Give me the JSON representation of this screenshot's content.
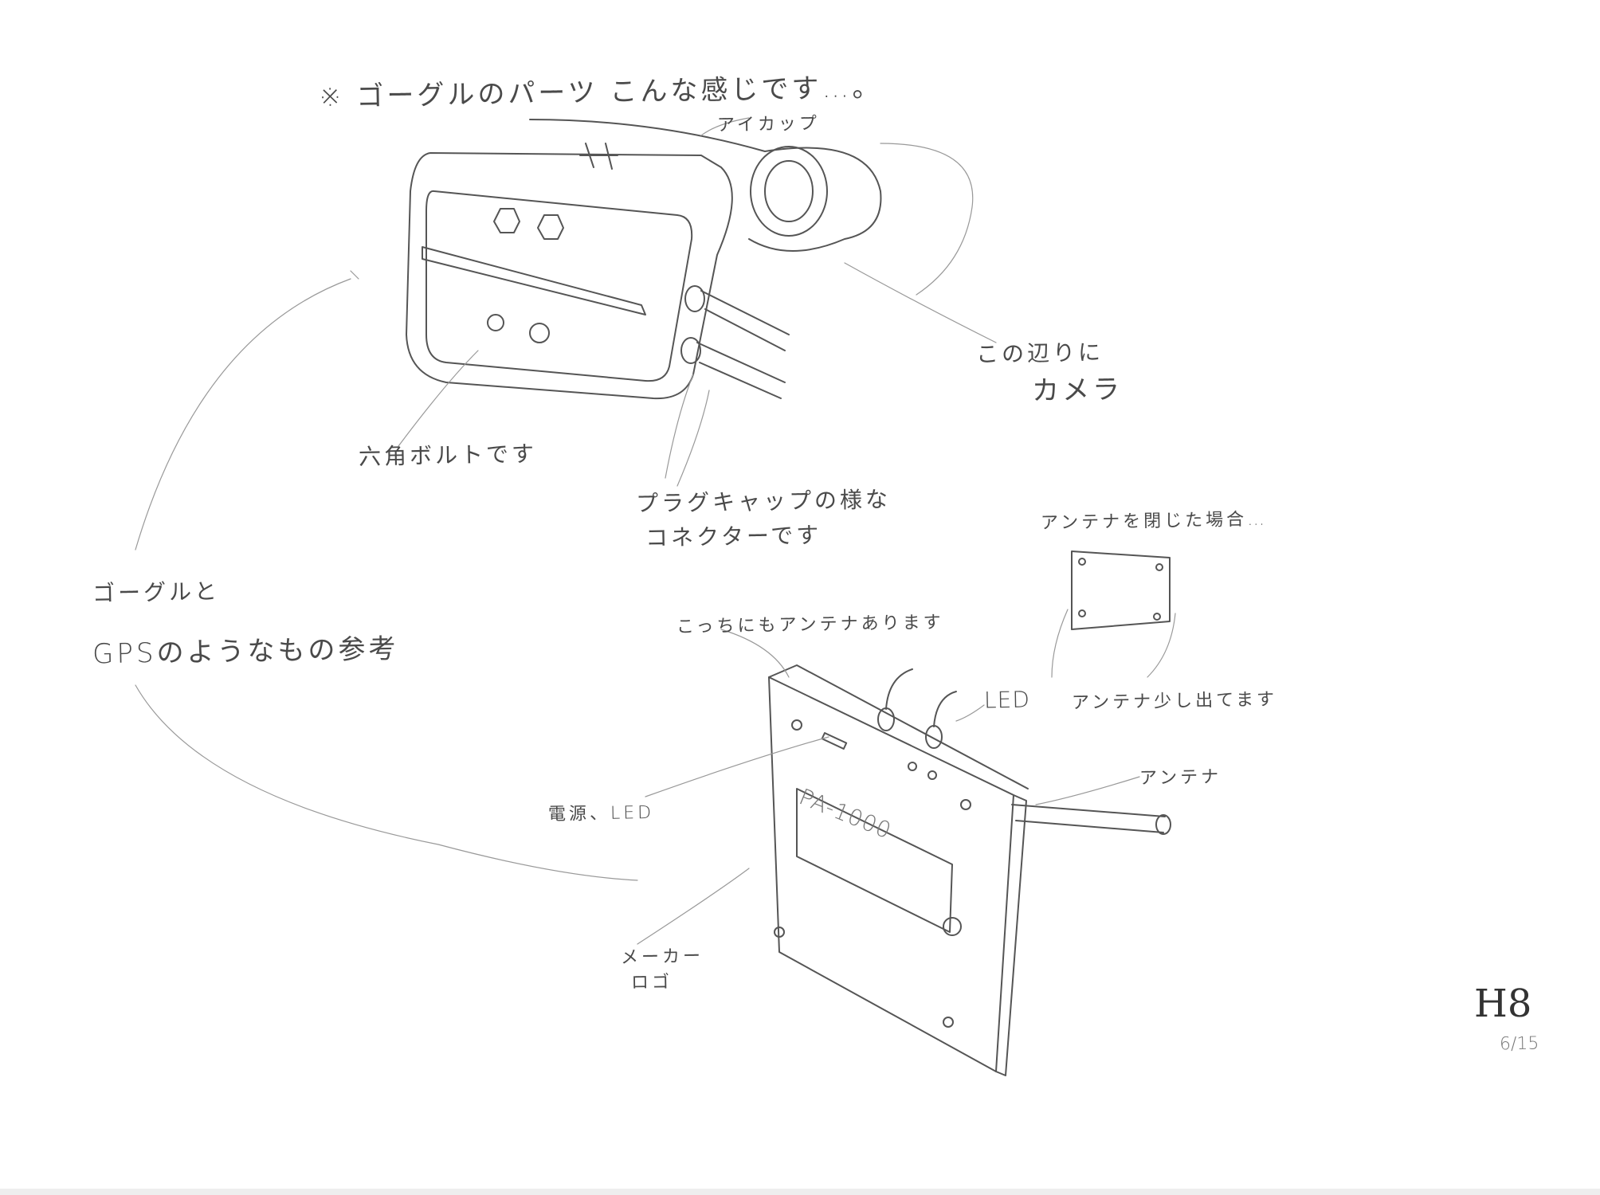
{
  "sheet": {
    "title_note": "※ ゴーグルのパーツ こんな感じです…。",
    "sheet_id": "H8",
    "date": "6/15"
  },
  "goggle": {
    "eyecup_label": "アイカップ",
    "camera_label_line1": "この辺りに",
    "camera_label_line2": "カメラ",
    "bolt_label": "六角ボルトです",
    "connector_label_line1": "プラグキャップの様な",
    "connector_label_line2": "コネクターです"
  },
  "reference": {
    "line1": "ゴーグルと",
    "line2": "GPSのようなもの参考"
  },
  "device": {
    "closed_antenna_label": "アンテナを閉じた場合…",
    "antenna_slightly_out_label": "アンテナ少し出てます",
    "other_antenna_label": "こっちにもアンテナあります",
    "led_label": "LED",
    "antenna_label": "アンテナ",
    "power_led_label": "電源、LED",
    "model_text": "PA-1000",
    "maker_logo_line1": "メーカー",
    "maker_logo_line2": "ロゴ"
  }
}
